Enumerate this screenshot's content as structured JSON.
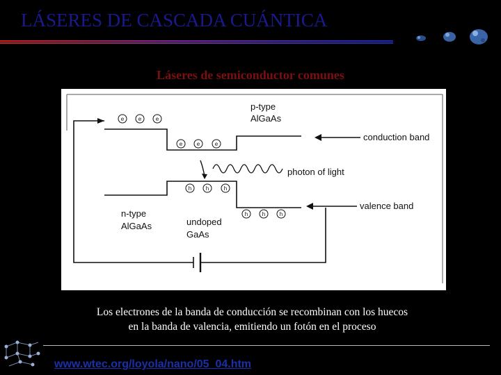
{
  "slide": {
    "title": "LÁSERES DE CASCADA CUÁNTICA",
    "subtitle": "Láseres de semiconductor comunes",
    "caption_line1": "Los electrones de la banda de conducción se recombinan con los huecos",
    "caption_line2": "en la banda de valencia, emitiendo un fotón en el proceso",
    "source_url": "www.wtec.org/loyola/nano/05_04.htm"
  },
  "diagram": {
    "p_type_label": [
      "p-type",
      "AlGaAs"
    ],
    "n_type_label": [
      "n-type",
      "AlGaAs"
    ],
    "undoped_label": [
      "undoped",
      "GaAs"
    ],
    "conduction_band_label": "conduction band",
    "valence_band_label": "valence band",
    "photon_label": "photon of light",
    "electron_symbol": "e",
    "hole_symbol": "h"
  },
  "colors": {
    "title": "#1a1a8c",
    "subtitle": "#7a1010",
    "link": "#1a2fa8",
    "background": "#000000"
  }
}
